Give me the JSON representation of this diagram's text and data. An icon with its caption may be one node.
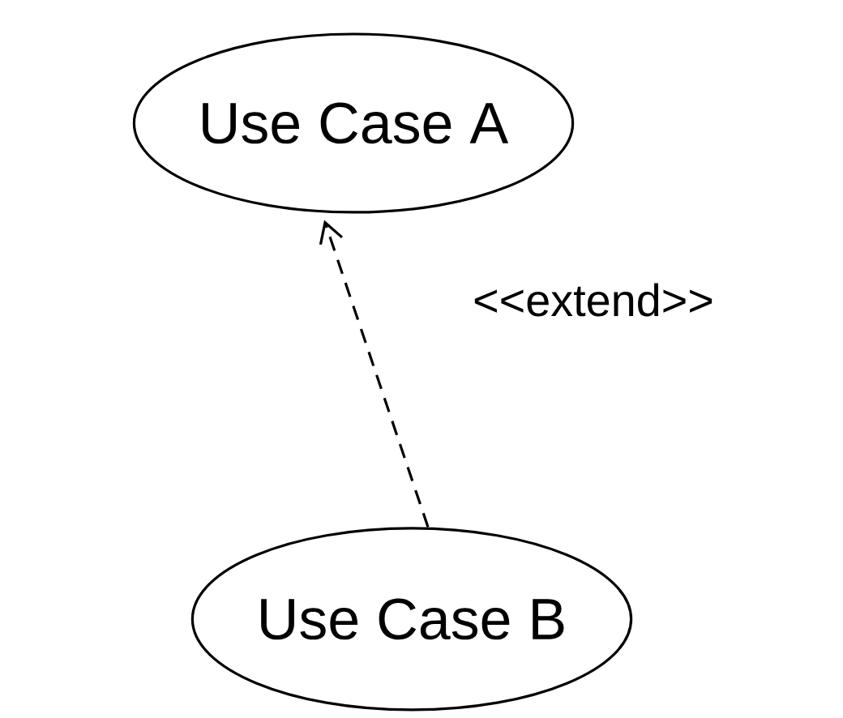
{
  "diagram": {
    "nodes": [
      {
        "text": [
          "Use Case A"
        ]
      },
      {
        "text": [
          "Use Case B"
        ]
      }
    ],
    "edges": [
      {
        "from": 1,
        "to": 0,
        "arrow": "to",
        "style": "dashed",
        "label": "<<extend>>"
      }
    ]
  }
}
